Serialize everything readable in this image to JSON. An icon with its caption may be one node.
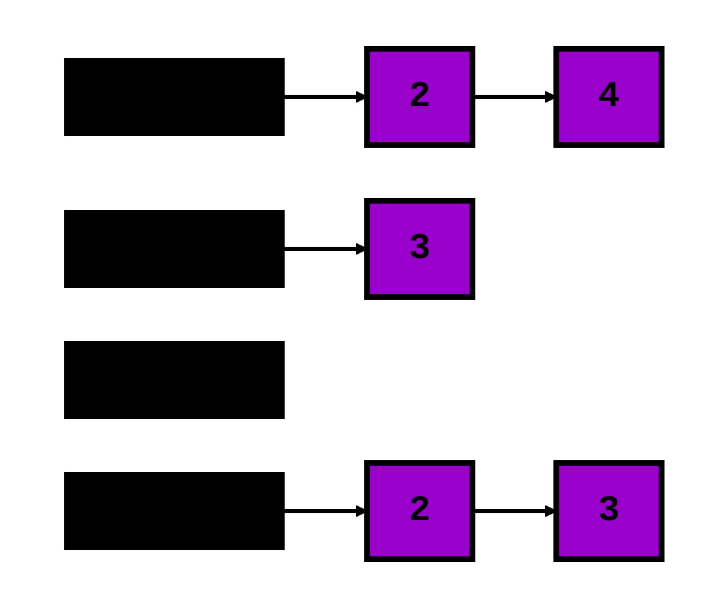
{
  "diagram": {
    "nodes": [
      {
        "text": [],
        "shape": "box"
      },
      {
        "text": [
          "2"
        ]
      },
      {
        "text": [
          "4"
        ]
      },
      {
        "text": [],
        "shape": "box"
      },
      {
        "text": [
          "3"
        ]
      },
      {
        "text": [],
        "shape": "box"
      },
      {
        "text": [],
        "shape": "box"
      },
      {
        "text": [
          "2"
        ]
      },
      {
        "text": [
          "3"
        ]
      }
    ],
    "edges": [
      {
        "from": 0,
        "to": 1,
        "arrow": "to"
      },
      {
        "from": 1,
        "to": 2,
        "arrow": "to"
      },
      {
        "from": 3,
        "to": 4,
        "arrow": "to"
      },
      {
        "from": 6,
        "to": 7,
        "arrow": "to"
      },
      {
        "from": 7,
        "to": 8,
        "arrow": "to"
      }
    ]
  }
}
